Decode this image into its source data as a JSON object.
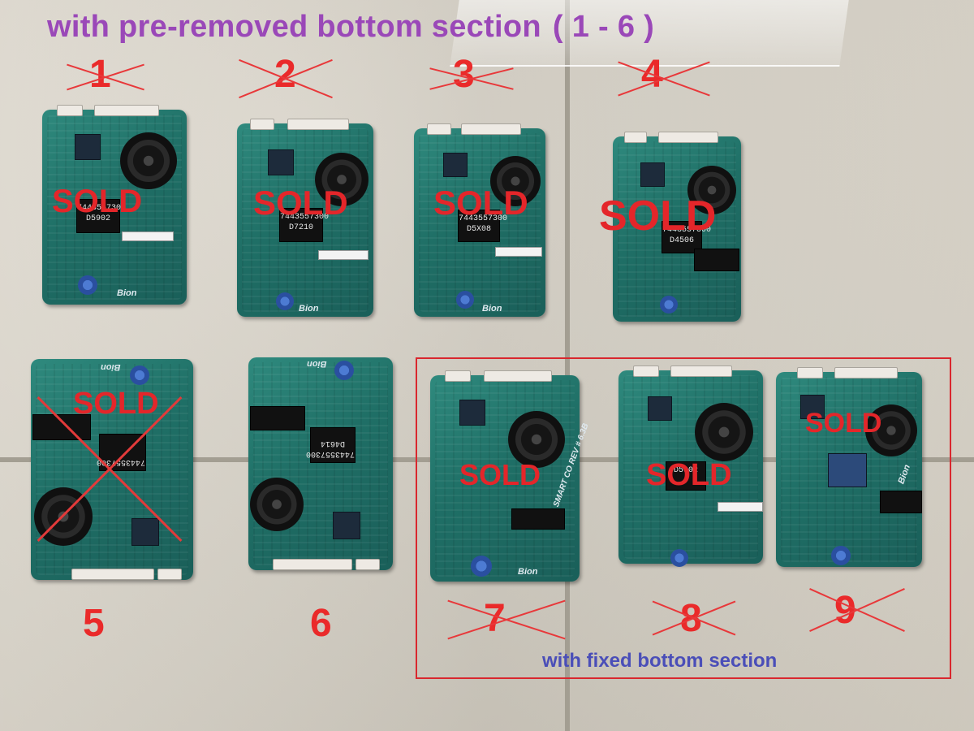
{
  "title": {
    "text": "with pre-removed bottom section",
    "range": "( 1 - 6 )",
    "color": "#9a48b8"
  },
  "boards": [
    {
      "number": "1",
      "marking": "D5902",
      "sold": true,
      "number_crossed": true
    },
    {
      "number": "2",
      "marking": "D7210",
      "sold": true,
      "number_crossed": true
    },
    {
      "number": "3",
      "marking": "D5X08",
      "sold": true,
      "number_crossed": true
    },
    {
      "number": "4",
      "marking": "D4506",
      "sold": true,
      "number_crossed": true
    },
    {
      "number": "5",
      "marking": "",
      "sold": true,
      "number_crossed": false,
      "board_crossed": true
    },
    {
      "number": "6",
      "marking": "D4614",
      "sold": false,
      "number_crossed": false
    },
    {
      "number": "7",
      "marking": "",
      "sold": true,
      "number_crossed": true
    },
    {
      "number": "8",
      "marking": "D5902",
      "sold": true,
      "number_crossed": true
    },
    {
      "number": "9",
      "marking": "",
      "sold": true,
      "number_crossed": true
    }
  ],
  "labels": {
    "sold": "SOLD",
    "brand": "Bion",
    "part_number": "7443557300",
    "revision": "SMART CO REV # 6.3B"
  },
  "caption": {
    "text": "with fixed bottom section",
    "color": "#4a4eb8"
  },
  "colors": {
    "sold_red": "#e4262a",
    "frame_red": "#d9272e",
    "pcb_green": "#22756b"
  }
}
